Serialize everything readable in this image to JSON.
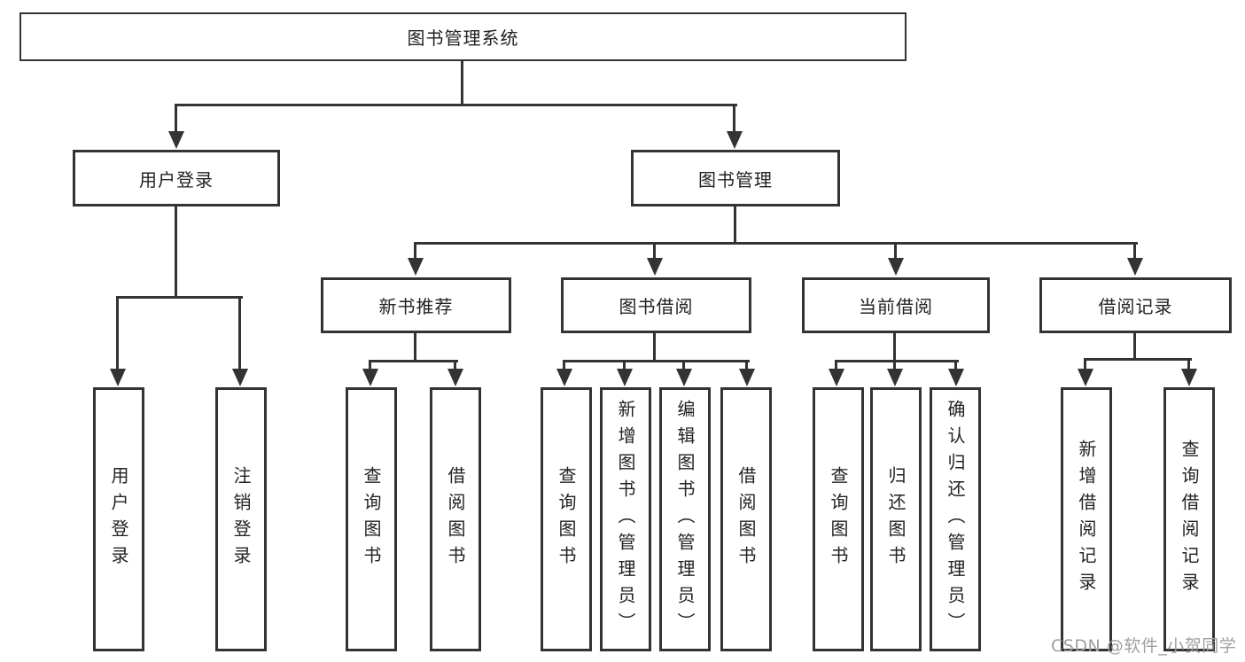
{
  "tree": {
    "root": {
      "label": "图书管理系统"
    },
    "branches": [
      {
        "label": "用户登录",
        "children": [
          {
            "label": "用户登录"
          },
          {
            "label": "注销登录"
          }
        ]
      },
      {
        "label": "图书管理",
        "groups": [
          {
            "label": "新书推荐",
            "children": [
              {
                "label": "查询图书"
              },
              {
                "label": "借阅图书"
              }
            ]
          },
          {
            "label": "图书借阅",
            "children": [
              {
                "label": "查询图书"
              },
              {
                "label": "新增图书（管理员）"
              },
              {
                "label": "编辑图书（管理员）"
              },
              {
                "label": "借阅图书"
              }
            ]
          },
          {
            "label": "当前借阅",
            "children": [
              {
                "label": "查询图书"
              },
              {
                "label": "归还图书"
              },
              {
                "label": "确认归还（管理员）"
              }
            ]
          },
          {
            "label": "借阅记录",
            "children": [
              {
                "label": "新增借阅记录"
              },
              {
                "label": "查询借阅记录"
              }
            ]
          }
        ]
      }
    ]
  },
  "watermark": {
    "text": "CSDN @软件_小贺同学"
  },
  "colors": {
    "line": "#333333",
    "box_border": "#333333",
    "text": "#222222",
    "watermark": "#a0a0a0",
    "background": "#ffffff"
  }
}
